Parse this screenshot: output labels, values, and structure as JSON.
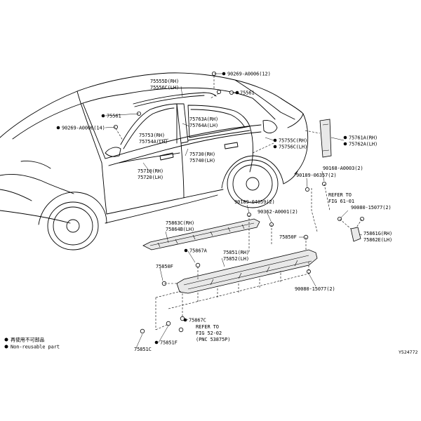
{
  "callouts": [
    {
      "text": "90269-A0006(12)"
    },
    {
      "text": "75555D(RH)"
    },
    {
      "text": "75556C(LH)"
    },
    {
      "text": "75561"
    },
    {
      "text": "75561"
    },
    {
      "text": "90269-A0006(14)"
    },
    {
      "text": "75763A(RH)"
    },
    {
      "text": "75764A(LH)"
    },
    {
      "text": "75753(RH)"
    },
    {
      "text": "75754A(LH)"
    },
    {
      "text": "75730(RH)"
    },
    {
      "text": "75740(LH)"
    },
    {
      "text": "75710(RH)"
    },
    {
      "text": "75720(LH)"
    },
    {
      "text": "75755C(RH)"
    },
    {
      "text": "75756C(LH)"
    },
    {
      "text": "75761A(RH)"
    },
    {
      "text": "75762A(LH)"
    },
    {
      "text": "90168-A0003(2)"
    },
    {
      "text": "90189-06357(2)"
    },
    {
      "text": "REFER TO"
    },
    {
      "text": "FIG 61-01"
    },
    {
      "text": "90080-15077(2)"
    },
    {
      "text": "90189-04059(2)"
    },
    {
      "text": "90362-A0001(2)"
    },
    {
      "text": "75863C(RH)"
    },
    {
      "text": "75864B(LH)"
    },
    {
      "text": "75850F"
    },
    {
      "text": "75861G(RH)"
    },
    {
      "text": "75862E(LH)"
    },
    {
      "text": "75867A"
    },
    {
      "text": "75851(RH)"
    },
    {
      "text": "75852(LH)"
    },
    {
      "text": "75850F"
    },
    {
      "text": "90080-15077(2)"
    },
    {
      "text": "75867C"
    },
    {
      "text": "REFER TO"
    },
    {
      "text": "FIG 52-02"
    },
    {
      "text": "(PNC 53875P)"
    },
    {
      "text": "75851F"
    },
    {
      "text": "75851C"
    }
  ],
  "legend": {
    "items": [
      {
        "text": "再使用不可部品"
      },
      {
        "text": "Non-reusable part"
      }
    ]
  },
  "sheet_id": "Y524772"
}
